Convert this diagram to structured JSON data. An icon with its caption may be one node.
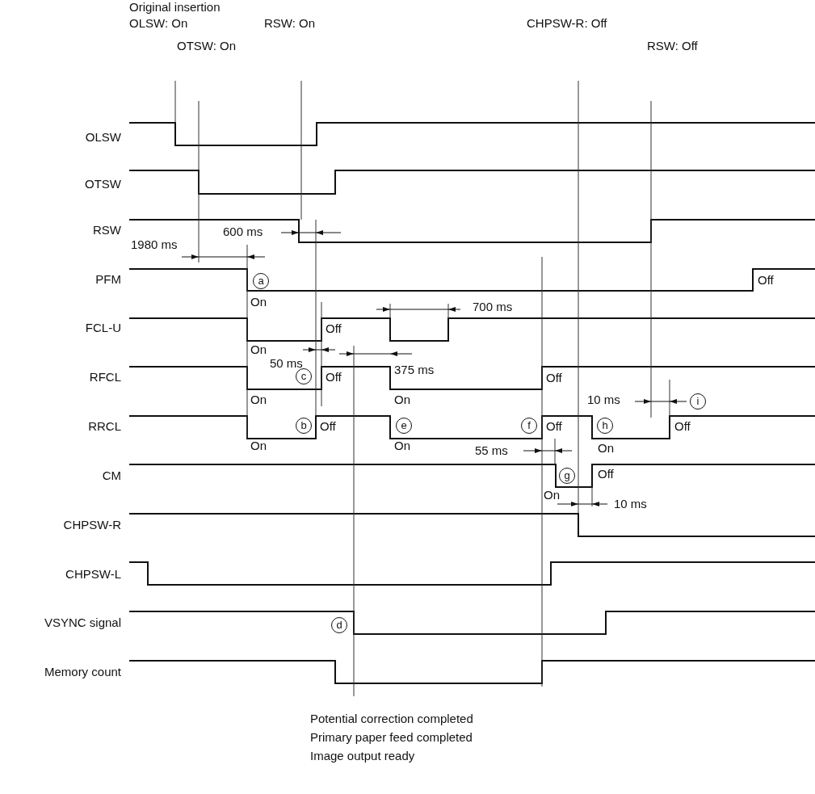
{
  "diagram": {
    "labels": [
      "Original insertion",
      "OLSW: On",
      "RSW: On",
      "CHPSW-R: Off",
      "OTSW: On",
      "RSW: Off",
      "OLSW",
      "OTSW",
      "RSW",
      "600 ms",
      "1980 ms",
      "PFM",
      "a",
      "Off",
      "On",
      "700 ms",
      "FCL-U",
      "Off",
      "On",
      "50 ms",
      "RFCL",
      "c",
      "Off",
      "375 ms",
      "Off",
      "On",
      "On",
      "10 ms",
      "i",
      "RRCL",
      "b",
      "Off",
      "e",
      "f",
      "Off",
      "h",
      "Off",
      "On",
      "On",
      "55 ms",
      "On",
      "CM",
      "g",
      "Off",
      "On",
      "10 ms",
      "CHPSW-R",
      "CHPSW-L",
      "VSYNC signal",
      "d",
      "Memory count",
      "Potential correction completed",
      "Primary paper feed completed",
      "Image output ready"
    ]
  }
}
